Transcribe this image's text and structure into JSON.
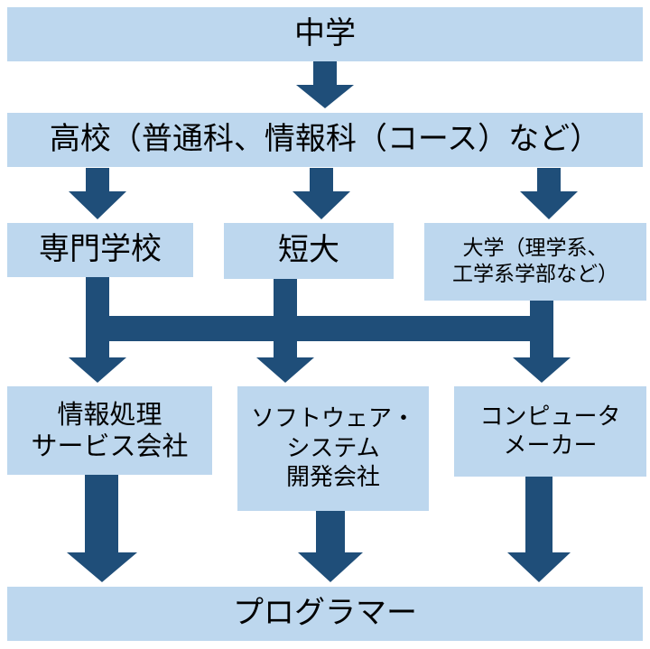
{
  "nodes": {
    "junior_high": "中学",
    "high_school": "高校（普通科、情報科（コース）など）",
    "vocational_school": "専門学校",
    "junior_college": "短大",
    "university_line1": "大学（理学系、",
    "university_line2": "工学系学部など）",
    "info_processing_line1": "情報処理",
    "info_processing_line2": "サービス会社",
    "software_line1": "ソフトウェア・",
    "software_line2": "システム",
    "software_line3": "開発会社",
    "computer_maker_line1": "コンピュータ",
    "computer_maker_line2": "メーカー",
    "programmer": "プログラマー"
  },
  "colors": {
    "box_fill": "#bdd7ee",
    "arrow_fill": "#1f4e79"
  }
}
